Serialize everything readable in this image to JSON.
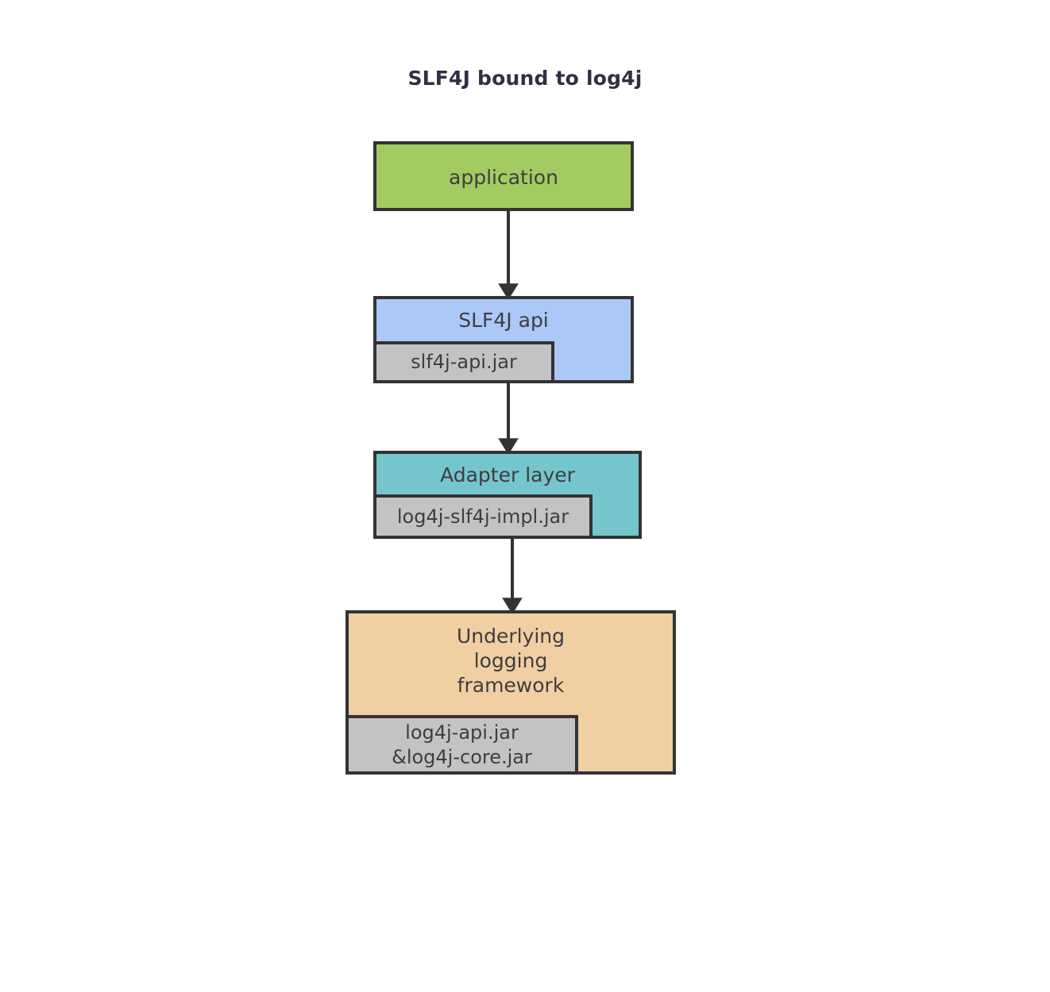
{
  "diagram": {
    "title": "SLF4J bound to log4j",
    "background_color": "#ffffff",
    "border_color": "#333333",
    "text_color": "#3e3e3e",
    "layers": [
      {
        "id": "application",
        "label": "application",
        "fill_color": "#a2cc62",
        "jar": null
      },
      {
        "id": "slf4j-api",
        "label": "SLF4J api",
        "fill_color": "#abc8f7",
        "jar": "slf4j-api.jar",
        "jar_fill_color": "#c3c3c3"
      },
      {
        "id": "adapter",
        "label": "Adapter layer",
        "fill_color": "#74c6cc",
        "jar": "log4j-slf4j-impl.jar",
        "jar_fill_color": "#c3c3c3"
      },
      {
        "id": "underlying",
        "label": "Underlying\nlogging\nframework",
        "fill_color": "#f0cfa3",
        "jar": "log4j-api.jar\n&log4j-core.jar",
        "jar_fill_color": "#c3c3c3"
      }
    ],
    "arrows": [
      {
        "from": "application",
        "to": "slf4j-api"
      },
      {
        "from": "slf4j-api",
        "to": "adapter"
      },
      {
        "from": "adapter",
        "to": "underlying"
      }
    ]
  }
}
